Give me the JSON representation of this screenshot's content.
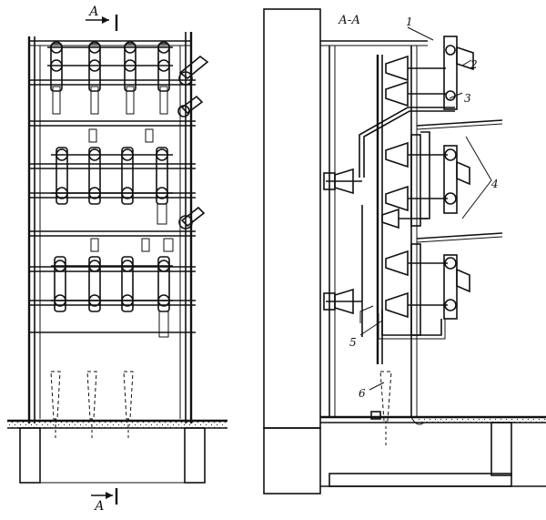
{
  "labels": {
    "section_top": "А",
    "section_bottom": "А",
    "section_title": "А-А",
    "callout_1": "1",
    "callout_2": "2",
    "callout_3": "3",
    "callout_4": "4",
    "callout_5": "5",
    "callout_6": "6"
  }
}
